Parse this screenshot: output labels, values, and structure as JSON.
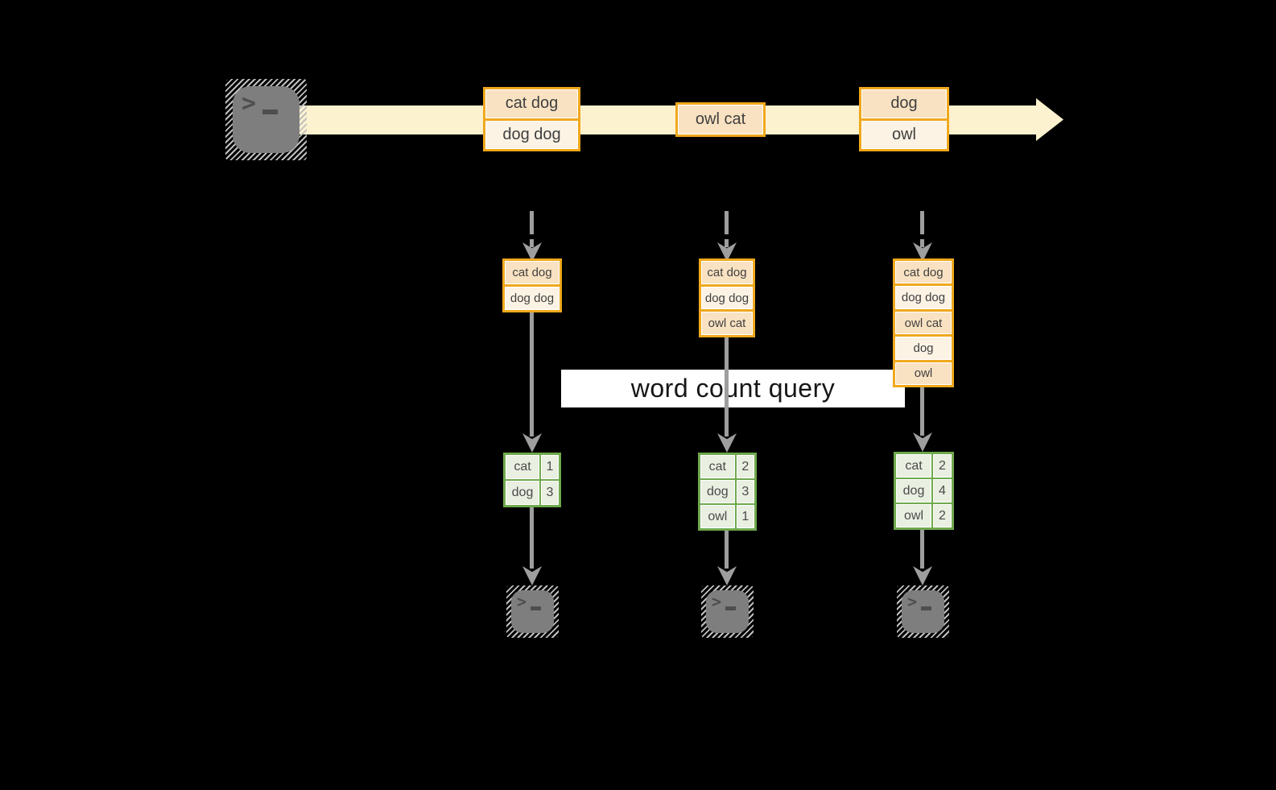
{
  "banner": {
    "label": "word count query"
  },
  "stream": {
    "batches": [
      {
        "rows": [
          "cat dog",
          "dog dog"
        ]
      },
      {
        "rows": [
          "owl cat"
        ]
      },
      {
        "rows": [
          "dog",
          "owl"
        ]
      }
    ]
  },
  "inputs": [
    {
      "rows": [
        "cat dog",
        "dog dog"
      ]
    },
    {
      "rows": [
        "cat dog",
        "dog dog",
        "owl cat"
      ]
    },
    {
      "rows": [
        "cat dog",
        "dog dog",
        "owl cat",
        "dog",
        "owl"
      ]
    }
  ],
  "results": [
    {
      "rows": [
        [
          "cat",
          "1"
        ],
        [
          "dog",
          "3"
        ]
      ]
    },
    {
      "rows": [
        [
          "cat",
          "2"
        ],
        [
          "dog",
          "3"
        ],
        [
          "owl",
          "1"
        ]
      ]
    },
    {
      "rows": [
        [
          "cat",
          "2"
        ],
        [
          "dog",
          "4"
        ],
        [
          "owl",
          "2"
        ]
      ]
    }
  ],
  "icons": {
    "source": "terminal-icon",
    "sinks": [
      "terminal-icon",
      "terminal-icon",
      "terminal-icon"
    ],
    "prompt_glyph": ">"
  },
  "colors": {
    "accent_gold": "#f0a81c",
    "peach_dark": "#f9e2c2",
    "peach_light": "#fdf3e5",
    "stream_cream": "#fdf2cf",
    "green_border": "#6fa94d",
    "green_fill": "#e9efe1",
    "arrow_gray": "#9e9e9e",
    "terminal_gray": "#7e7e7e",
    "banner_bg": "#ffffff",
    "background": "#000000"
  }
}
